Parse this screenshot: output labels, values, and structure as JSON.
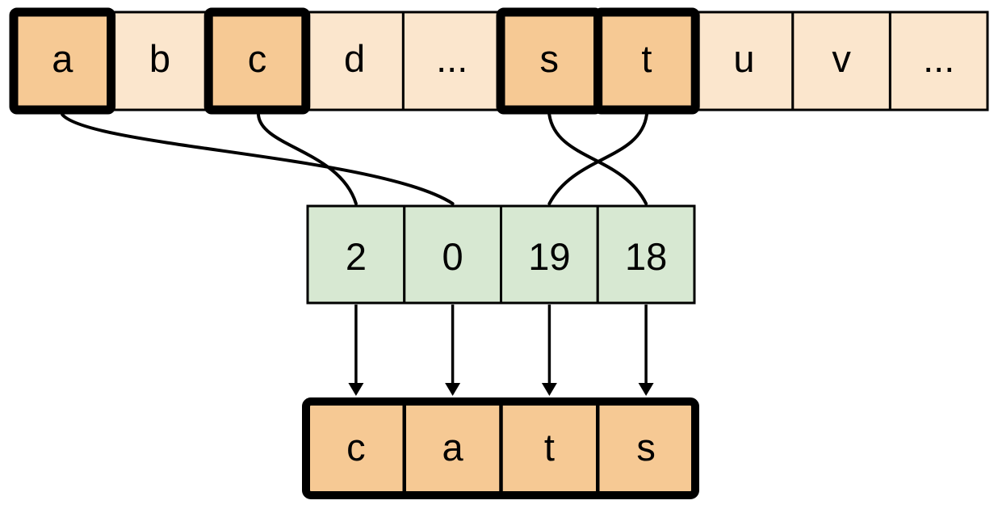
{
  "colors": {
    "cell_light": "#FBE6CD",
    "cell_highlight": "#F6C994",
    "index_cell": "#D7E8D2",
    "output_cell": "#F6C994",
    "stroke": "#000000"
  },
  "alphabet_row": {
    "cells": [
      {
        "label": "a",
        "highlighted": true
      },
      {
        "label": "b",
        "highlighted": false
      },
      {
        "label": "c",
        "highlighted": true
      },
      {
        "label": "d",
        "highlighted": false
      },
      {
        "label": "...",
        "highlighted": false
      },
      {
        "label": "s",
        "highlighted": true
      },
      {
        "label": "t",
        "highlighted": true
      },
      {
        "label": "u",
        "highlighted": false
      },
      {
        "label": "v",
        "highlighted": false
      },
      {
        "label": "...",
        "highlighted": false
      }
    ]
  },
  "index_row": {
    "cells": [
      {
        "value": "2"
      },
      {
        "value": "0"
      },
      {
        "value": "19"
      },
      {
        "value": "18"
      }
    ]
  },
  "output_row": {
    "cells": [
      {
        "label": "c"
      },
      {
        "label": "a"
      },
      {
        "label": "t"
      },
      {
        "label": "s"
      }
    ]
  },
  "connections": [
    {
      "from_letter": "a",
      "to_index": "0"
    },
    {
      "from_letter": "c",
      "to_index": "2"
    },
    {
      "from_letter": "s",
      "to_index": "18"
    },
    {
      "from_letter": "t",
      "to_index": "19"
    }
  ]
}
